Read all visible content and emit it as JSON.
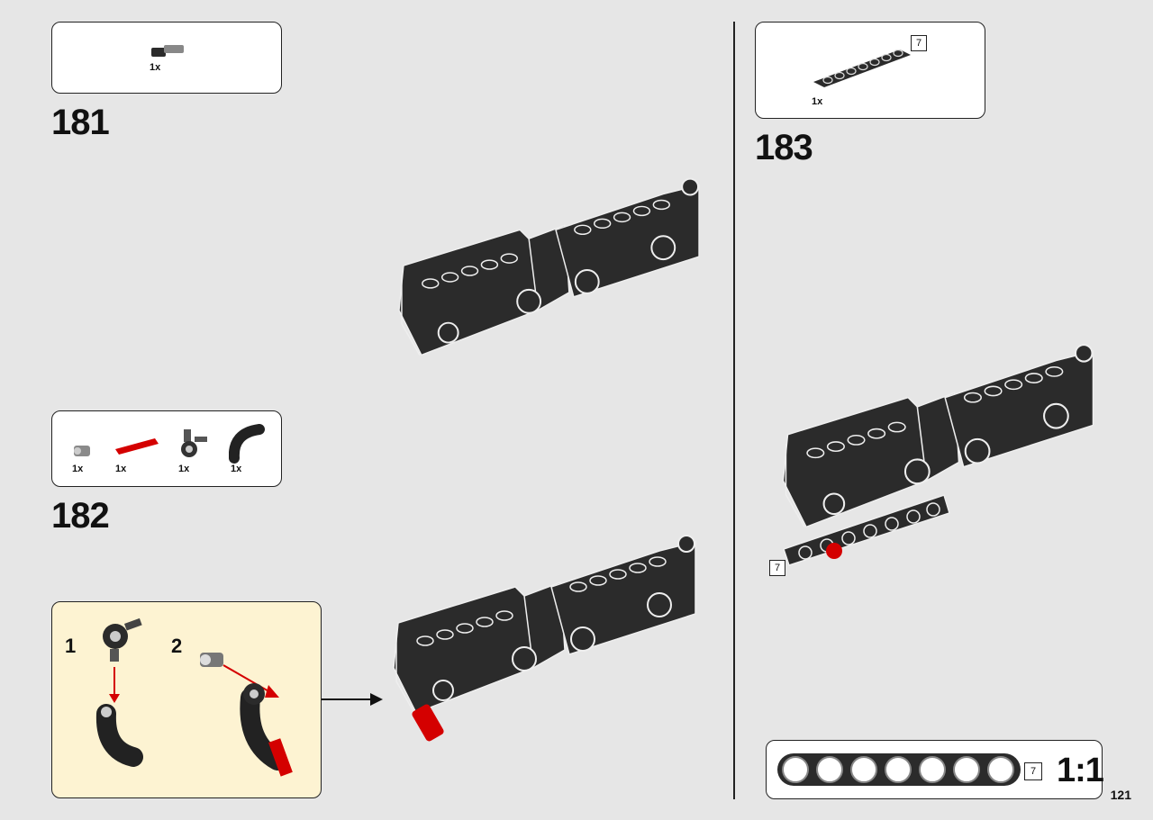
{
  "page": {
    "number": "121"
  },
  "steps": [
    {
      "number": "181",
      "parts": [
        {
          "qty": "1x",
          "icon": "axle-pin-icon"
        }
      ]
    },
    {
      "number": "182",
      "parts": [
        {
          "qty": "1x",
          "icon": "bush-icon"
        },
        {
          "qty": "1x",
          "icon": "red-pin-icon"
        },
        {
          "qty": "1x",
          "icon": "axle-connector-icon"
        },
        {
          "qty": "1x",
          "icon": "curved-beam-icon"
        }
      ],
      "substeps": [
        {
          "number": "1"
        },
        {
          "number": "2"
        }
      ]
    },
    {
      "number": "183",
      "parts": [
        {
          "qty": "1x",
          "icon": "beam-7-icon",
          "length": "7"
        }
      ],
      "callout_length": "7"
    }
  ],
  "scale": {
    "length": "7",
    "label": "1:1"
  },
  "colors": {
    "background": "#e6e6e6",
    "part_black": "#2b2b2b",
    "part_red": "#d40000",
    "callout_bg": "#fdf3d2"
  }
}
